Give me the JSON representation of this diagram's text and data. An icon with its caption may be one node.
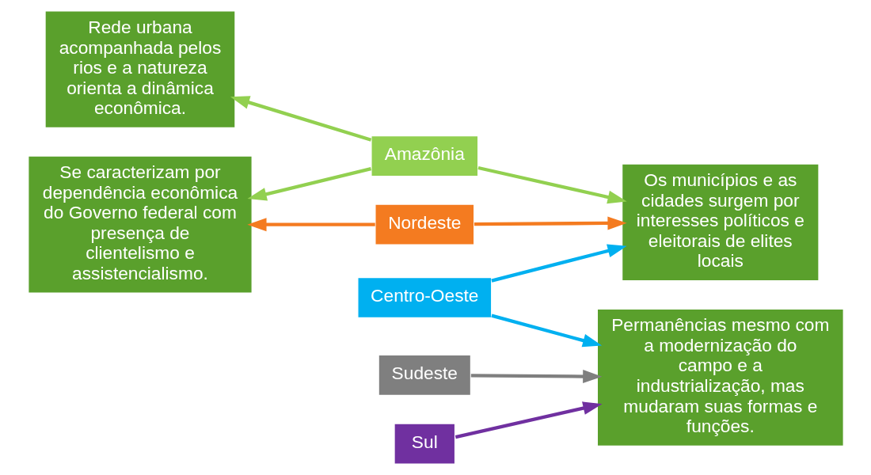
{
  "diagram": {
    "nodes": [
      {
        "text": [
          "Rede urbana acompanhada pelos rios e a natureza orienta a dinâmica econômica."
        ]
      },
      {
        "text": [
          "Amazônia"
        ]
      },
      {
        "text": [
          "Os municípios e as cidades surgem por interesses políticos e eleitorais de elites locais"
        ]
      },
      {
        "text": [
          "Nordeste"
        ]
      },
      {
        "text": [
          "Centro-Oeste"
        ]
      },
      {
        "text": [
          "Se caracterizam por dependência econômica do Governo federal com presença de clientelismo e assistencialismo."
        ]
      },
      {
        "text": [
          "Permanências mesmo com a modernização do campo e a industrialização, mas mudaram suas formas e funções."
        ]
      },
      {
        "text": [
          "Sudeste"
        ]
      },
      {
        "text": [
          "Sul"
        ]
      }
    ],
    "edges": [
      {
        "from": 1,
        "to": 0,
        "arrow": "to",
        "color": "#92d050"
      },
      {
        "from": 1,
        "to": 2,
        "arrow": "to",
        "color": "#92d050"
      },
      {
        "from": 1,
        "to": 5,
        "arrow": "to",
        "color": "#92d050"
      },
      {
        "from": 3,
        "to": 2,
        "arrow": "to",
        "color": "#f47b20"
      },
      {
        "from": 3,
        "to": 5,
        "arrow": "to",
        "color": "#f47b20"
      },
      {
        "from": 4,
        "to": 2,
        "arrow": "to",
        "color": "#00b0f0"
      },
      {
        "from": 4,
        "to": 6,
        "arrow": "to",
        "color": "#00b0f0"
      },
      {
        "from": 7,
        "to": 6,
        "arrow": "to",
        "color": "#7f7f7f"
      },
      {
        "from": 8,
        "to": 6,
        "arrow": "to",
        "color": "#7030a0"
      }
    ]
  }
}
